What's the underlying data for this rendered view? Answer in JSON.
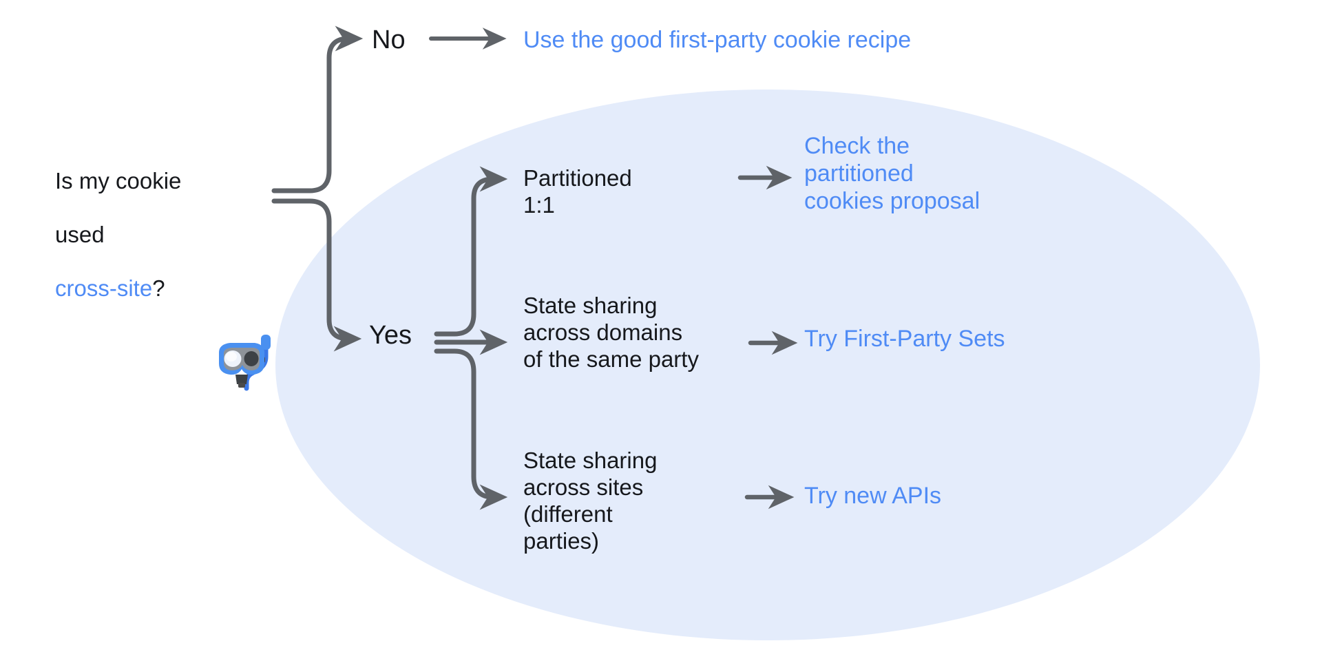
{
  "diagram": {
    "title": "Is my cookie used cross-site?",
    "colors": {
      "accent_blue": "#4f8bf5",
      "text_dark": "#16181c",
      "arrow_gray": "#5f6368",
      "ellipse_fill": "#e4ecfb",
      "background": "#ffffff"
    },
    "question": {
      "line1": "Is my cookie",
      "line2": "used",
      "highlight": "cross-site",
      "suffix": "?"
    },
    "branch_labels": {
      "no": "No",
      "yes": "Yes"
    },
    "branches": [
      {
        "condition": "No",
        "middle": "",
        "outcome": "Use the good first-party cookie recipe"
      },
      {
        "condition": "Yes",
        "middle": "Partitioned\n1:1",
        "outcome": "Check the\npartitioned\ncookies proposal"
      },
      {
        "condition": "Yes",
        "middle": "State sharing\nacross domains\nof the same party",
        "outcome": "Try First-Party Sets"
      },
      {
        "condition": "Yes",
        "middle": "State sharing\nacross sites\n(different\nparties)",
        "outcome": "Try new APIs"
      }
    ],
    "decoration": {
      "emoji_name": "diving-mask-icon",
      "emoji_glyph": "🤿"
    }
  }
}
